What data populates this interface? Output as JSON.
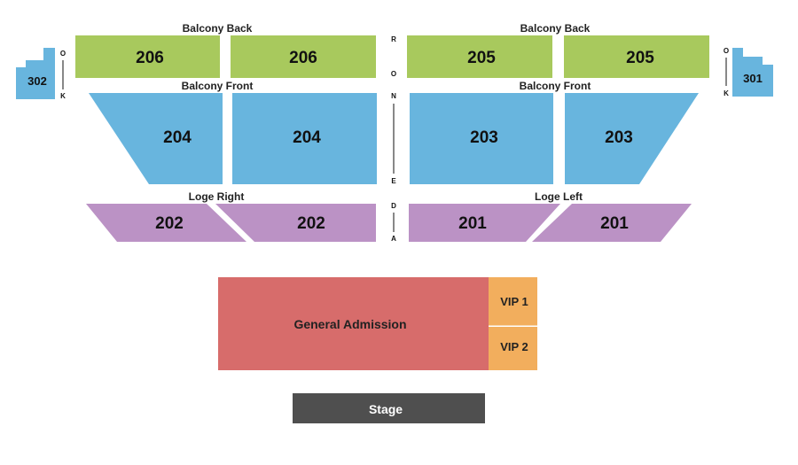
{
  "colors": {
    "balcony_back": "#a8c95d",
    "balcony_front": "#68b5de",
    "loge": "#bb92c5",
    "general_admission": "#d76c6b",
    "vip": "#f2ae5d",
    "stage": "#4f4f4f",
    "box": "#68b5de"
  },
  "labels": {
    "balcony_back_left": "Balcony Back",
    "balcony_back_right": "Balcony Back",
    "balcony_front_left": "Balcony Front",
    "balcony_front_right": "Balcony Front",
    "loge_right": "Loge Right",
    "loge_left": "Loge Left"
  },
  "sections": {
    "s206a": "206",
    "s206b": "206",
    "s205a": "205",
    "s205b": "205",
    "s204a": "204",
    "s204b": "204",
    "s203a": "203",
    "s203b": "203",
    "s202a": "202",
    "s202b": "202",
    "s201a": "201",
    "s201b": "201",
    "s302": "302",
    "s301": "301"
  },
  "floor": {
    "general_admission": "General Admission",
    "vip1": "VIP 1",
    "vip2": "VIP 2",
    "stage": "Stage"
  },
  "vertical_text": {
    "center": [
      "R",
      "O",
      "N",
      "E",
      "D",
      "A"
    ],
    "left_box": [
      "O",
      "K"
    ],
    "right_box": [
      "O",
      "K"
    ]
  }
}
